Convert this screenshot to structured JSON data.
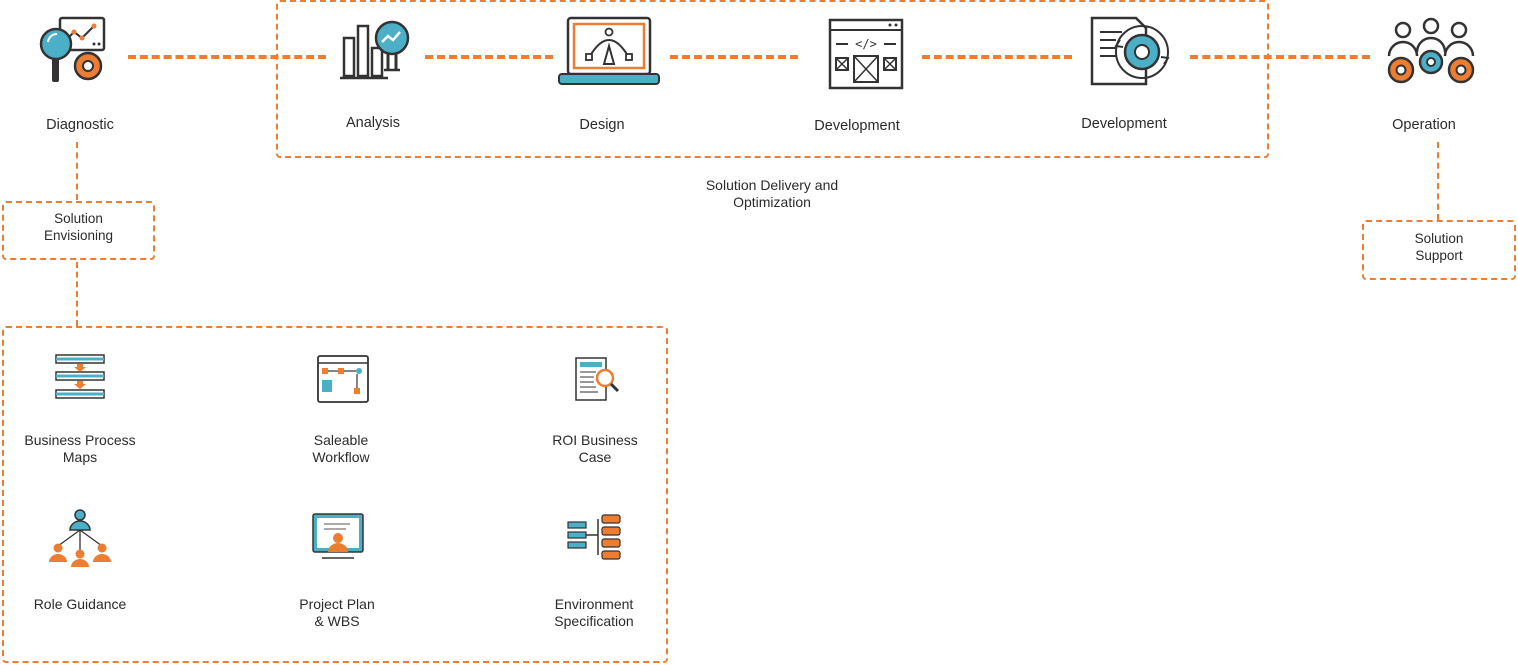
{
  "stages": {
    "diagnostic": "Diagnostic",
    "analysis": "Analysis",
    "design": "Design",
    "development_1": "Development",
    "development_2": "Development",
    "operation": "Operation"
  },
  "groups": {
    "delivery_line1": "Solution Delivery and",
    "delivery_line2": "Optimization",
    "envisioning_line1": "Solution",
    "envisioning_line2": "Envisioning",
    "support_line1": "Solution",
    "support_line2": "Support"
  },
  "deliverables": {
    "bpm_line1": "Business Process",
    "bpm_line2": "Maps",
    "workflow_line1": "Saleable",
    "workflow_line2": "Workflow",
    "roi_line1": "ROI Business",
    "roi_line2": "Case",
    "role": "Role Guidance",
    "plan_line1": "Project Plan",
    "plan_line2": "& WBS",
    "env_line1": "Environment",
    "env_line2": "Specification"
  },
  "colors": {
    "accent": "#ED7D31",
    "teal": "#4BAFC8",
    "ink": "#2b2b2b"
  }
}
